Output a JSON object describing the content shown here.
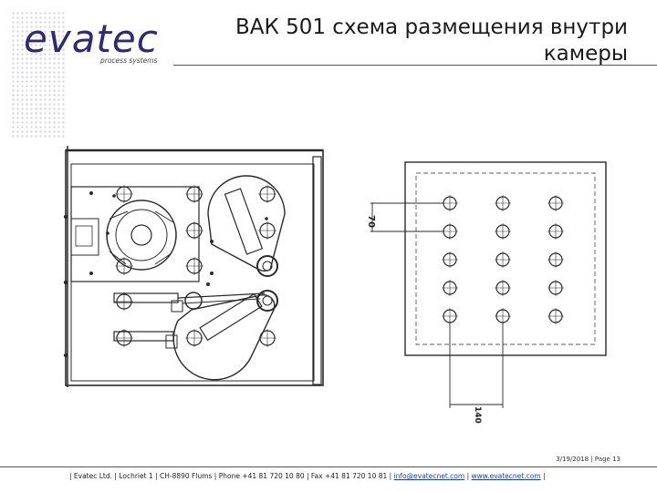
{
  "logo": {
    "brand": "evatec",
    "tagline": "process systems"
  },
  "slide": {
    "title_line1": "ВАК 501 схема размещения внутри",
    "title_line2": "камеры"
  },
  "drawing_right": {
    "dimension_vertical": "70",
    "dimension_horizontal": "140"
  },
  "date_page": "3/19/2018 | Page 13",
  "footer": {
    "company": "| Evatec Ltd. | Lochriet 1 | CH-8890 Flums | Phone +41 81 720 10 80 | Fax +41 81 720 10 81 | ",
    "email": "info@evatecnet.com",
    "separator": " | ",
    "website": "www.evatecnet.com",
    "end": " |"
  }
}
